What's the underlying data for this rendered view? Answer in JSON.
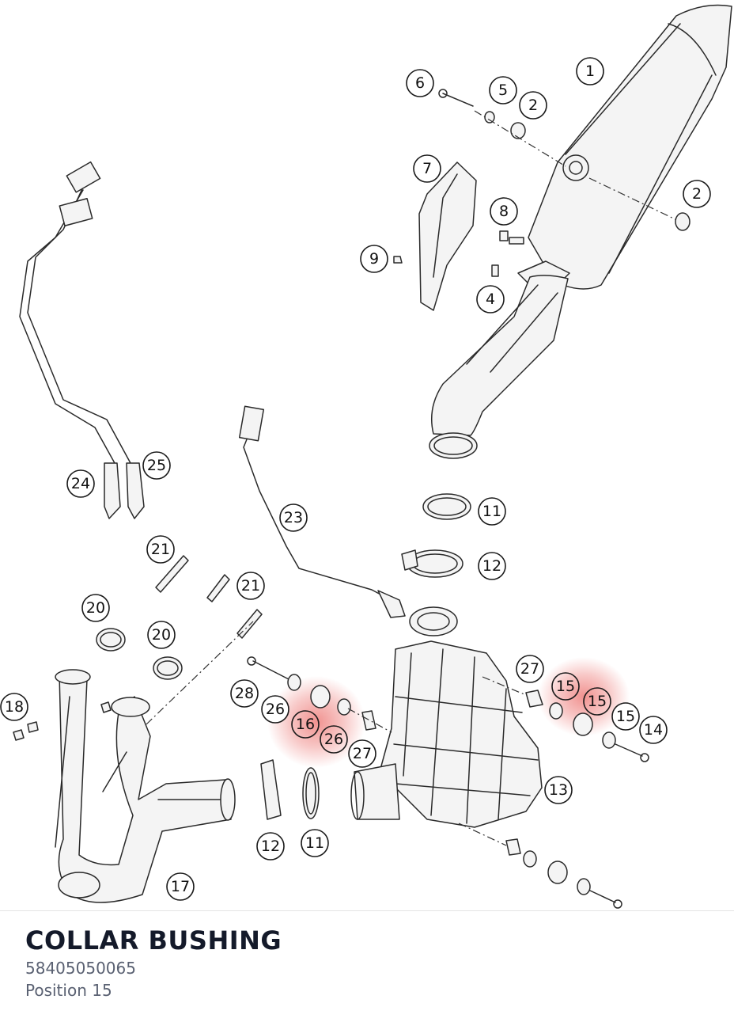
{
  "part": {
    "name": "COLLAR BUSHING",
    "number": "58405050065",
    "position": "Position 15"
  },
  "highlight_color": "#e53935",
  "callouts": [
    {
      "id": "c1",
      "label": "1",
      "highlighted": false
    },
    {
      "id": "c6",
      "label": "6",
      "highlighted": false
    },
    {
      "id": "c5",
      "label": "5",
      "highlighted": false
    },
    {
      "id": "c2a",
      "label": "2",
      "highlighted": false
    },
    {
      "id": "c2b",
      "label": "2",
      "highlighted": false
    },
    {
      "id": "c7",
      "label": "7",
      "highlighted": false
    },
    {
      "id": "c8",
      "label": "8",
      "highlighted": false
    },
    {
      "id": "c9",
      "label": "9",
      "highlighted": false
    },
    {
      "id": "c4",
      "label": "4",
      "highlighted": false
    },
    {
      "id": "c25",
      "label": "25",
      "highlighted": false
    },
    {
      "id": "c24",
      "label": "24",
      "highlighted": false
    },
    {
      "id": "c23",
      "label": "23",
      "highlighted": false
    },
    {
      "id": "c11a",
      "label": "11",
      "highlighted": false
    },
    {
      "id": "c12a",
      "label": "12",
      "highlighted": false
    },
    {
      "id": "c21a",
      "label": "21",
      "highlighted": false
    },
    {
      "id": "c21b",
      "label": "21",
      "highlighted": false
    },
    {
      "id": "c20a",
      "label": "20",
      "highlighted": false
    },
    {
      "id": "c20b",
      "label": "20",
      "highlighted": false
    },
    {
      "id": "c27a",
      "label": "27",
      "highlighted": false
    },
    {
      "id": "c15a",
      "label": "15",
      "highlighted": true
    },
    {
      "id": "c15b",
      "label": "15",
      "highlighted": true
    },
    {
      "id": "c15c",
      "label": "15",
      "highlighted": false
    },
    {
      "id": "c14",
      "label": "14",
      "highlighted": false
    },
    {
      "id": "c28",
      "label": "28",
      "highlighted": false
    },
    {
      "id": "c26a",
      "label": "26",
      "highlighted": false
    },
    {
      "id": "c16",
      "label": "16",
      "highlighted": true
    },
    {
      "id": "c26b",
      "label": "26",
      "highlighted": true
    },
    {
      "id": "c27b",
      "label": "27",
      "highlighted": false
    },
    {
      "id": "c18",
      "label": "18",
      "highlighted": false
    },
    {
      "id": "c13",
      "label": "13",
      "highlighted": false
    },
    {
      "id": "c12b",
      "label": "12",
      "highlighted": false
    },
    {
      "id": "c11b",
      "label": "11",
      "highlighted": false
    },
    {
      "id": "c17",
      "label": "17",
      "highlighted": false
    }
  ]
}
